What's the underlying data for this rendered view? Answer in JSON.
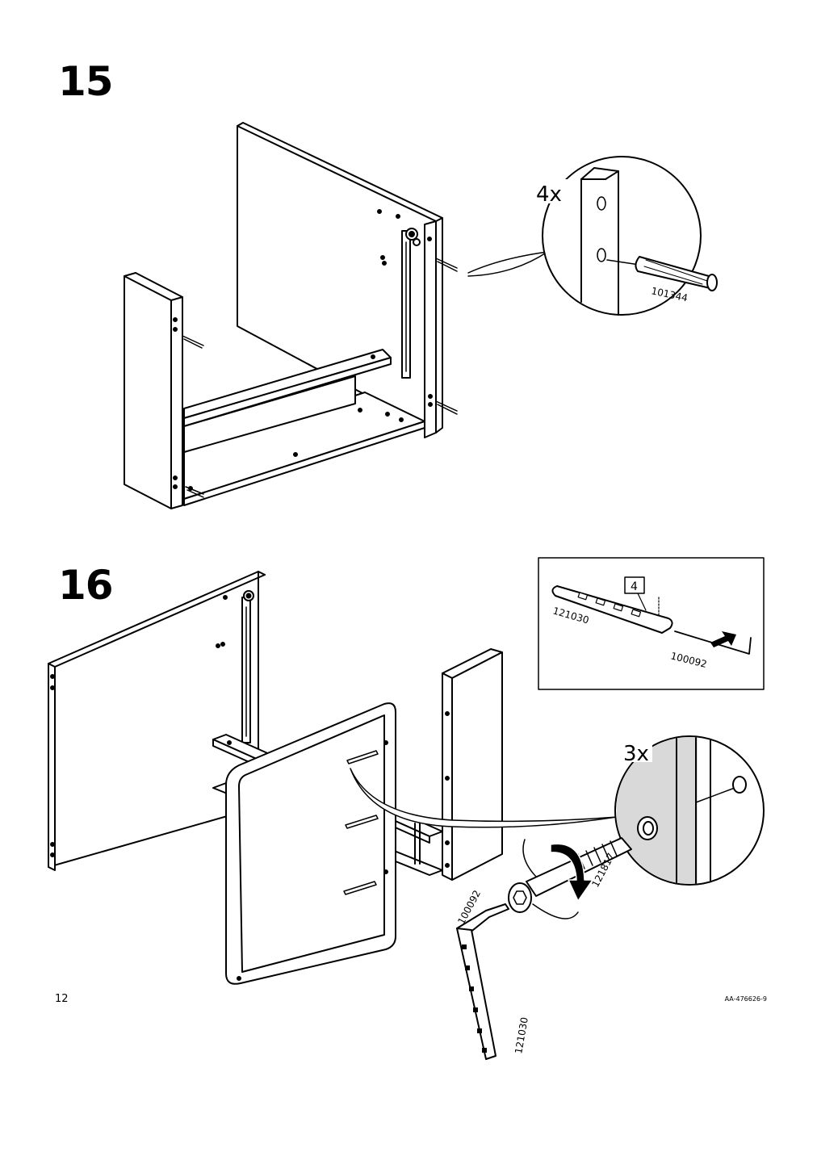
{
  "steps": [
    {
      "number": "15",
      "quantity": "4x",
      "part_number": "101344"
    },
    {
      "number": "16",
      "quantity": "3x",
      "inset_step_ref": "4",
      "parts": {
        "key_tool_inset": "121030",
        "hex_key_inset": "100092",
        "hex_key": "100092",
        "screw": "121817",
        "key_tool": "121030"
      }
    }
  ],
  "footer": {
    "page_number": "12",
    "document_code": "AA-476626-9"
  }
}
